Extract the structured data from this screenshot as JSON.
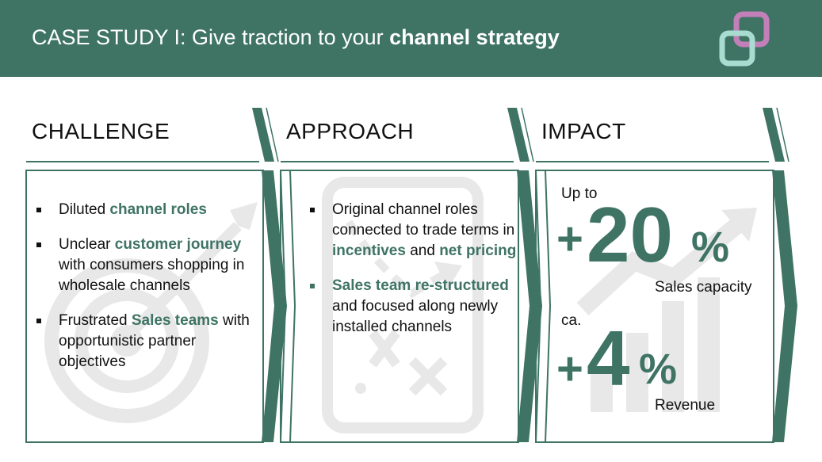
{
  "header": {
    "title_prefix": "CASE STUDY I: Give traction to your ",
    "title_bold": "channel strategy"
  },
  "columns": {
    "challenge": {
      "heading": "CHALLENGE"
    },
    "approach": {
      "heading": "APPROACH"
    },
    "impact": {
      "heading": "IMPACT"
    }
  },
  "challenge_items": [
    {
      "pre": "Diluted ",
      "hl": "channel roles",
      "post": ""
    },
    {
      "pre": "Unclear ",
      "hl": "customer journey",
      "post": " with consumers shopping in wholesale channels"
    },
    {
      "pre": "Frustrated ",
      "hl": "Sales teams",
      "post": " with opportunistic partner objectives"
    }
  ],
  "approach_items": [
    {
      "pre": "Original channel roles connected to trade terms in ",
      "hl": "incentives",
      "mid": " and ",
      "hl2": "net pricing",
      "post": ""
    },
    {
      "pre": "",
      "hl": "Sales team re-structured",
      "mid": " and focused along newly installed channels",
      "hl2": "",
      "post": ""
    }
  ],
  "impact": {
    "first": {
      "prefix": "Up to",
      "sign": "+",
      "value": "20",
      "unit": "%",
      "label": "Sales capacity"
    },
    "second": {
      "prefix": "ca.",
      "sign": "+",
      "value": "4",
      "unit": "%",
      "label": "Revenue"
    }
  },
  "colors": {
    "brand_green": "#3f7465",
    "watermark_gray": "#e8e8e8",
    "logo_pink": "#c27fb8",
    "logo_mint": "#a9dcd0"
  },
  "icons": [
    "target-icon",
    "strategy-board-icon",
    "growth-chart-icon",
    "logo-icon"
  ]
}
